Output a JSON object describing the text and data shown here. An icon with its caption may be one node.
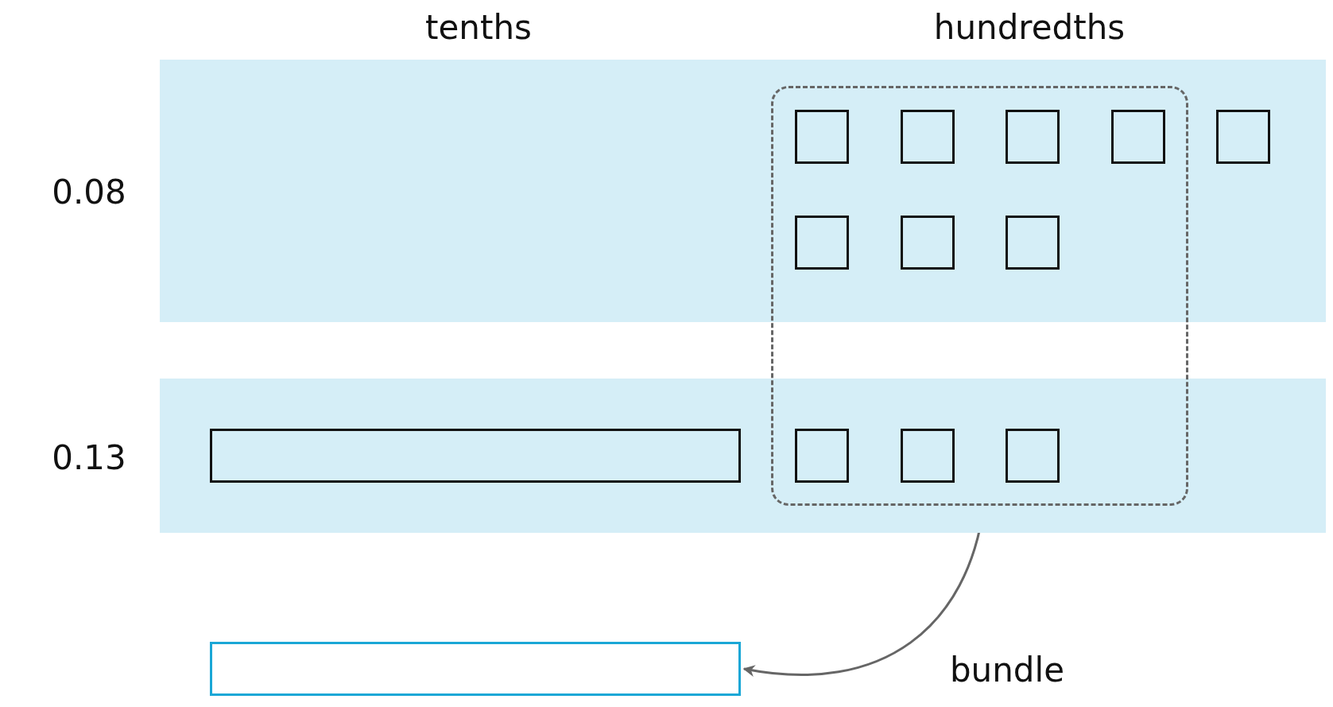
{
  "diagram": {
    "nodes": [
      {
        "text": [],
        "shape": "box"
      },
      {
        "text": [],
        "shape": "bar"
      },
      {
        "text": [],
        "shape": "bar"
      }
    ],
    "edges": [
      {
        "from": 0,
        "to": 2,
        "arrow": "to",
        "label": "bundle"
      }
    ],
    "labels": [
      "tenths",
      "hundredths",
      "0.08",
      "0.13"
    ]
  }
}
